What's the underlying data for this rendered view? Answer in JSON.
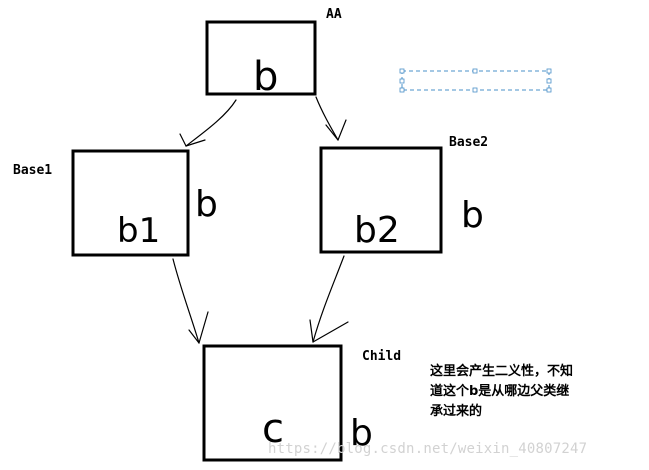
{
  "nodes": {
    "aa": {
      "label": "AA",
      "member": "b"
    },
    "base1": {
      "label": "Base1",
      "member": "b1",
      "side_note": "b"
    },
    "base2": {
      "label": "Base2",
      "member": "b2",
      "side_note": "b"
    },
    "child": {
      "label": "Child",
      "member": "c",
      "side_note": "b"
    }
  },
  "note_lines": [
    "这里会产生二义性，不知",
    "道这个b是从哪边父类继",
    "承过来的"
  ],
  "watermark": "https://blog.csdn.net/weixin_40807247",
  "colors": {
    "stroke": "#000000",
    "selection": "#4a90c8",
    "watermark": "#d2d2d2",
    "background": "#ffffff"
  }
}
